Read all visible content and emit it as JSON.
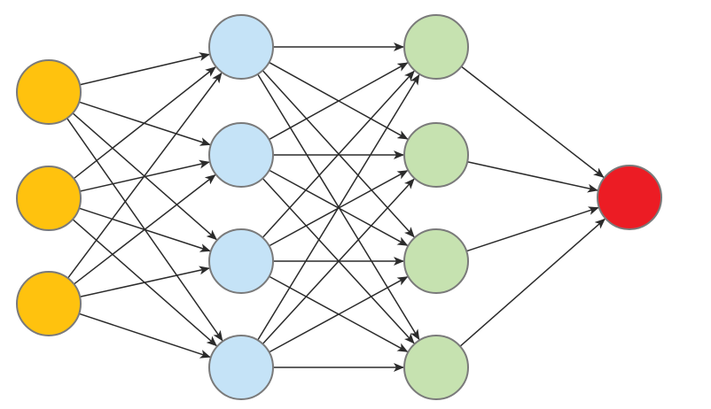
{
  "diagram": {
    "type": "neural-network",
    "layers": [
      {
        "role": "input",
        "node_count": 3,
        "fill": "#FFC20E",
        "stroke": "#7A7A7A"
      },
      {
        "role": "hidden-1",
        "node_count": 4,
        "fill": "#C5E3F7",
        "stroke": "#7A7A7A"
      },
      {
        "role": "hidden-2",
        "node_count": 4,
        "fill": "#C6E2B0",
        "stroke": "#7A7A7A"
      },
      {
        "role": "output",
        "node_count": 1,
        "fill": "#EC1C24",
        "stroke": "#7A7A7A"
      }
    ],
    "connections": "fully-connected",
    "edge_color": "#2B2B2B",
    "arrowheads": true,
    "background": "#FFFFFF"
  }
}
